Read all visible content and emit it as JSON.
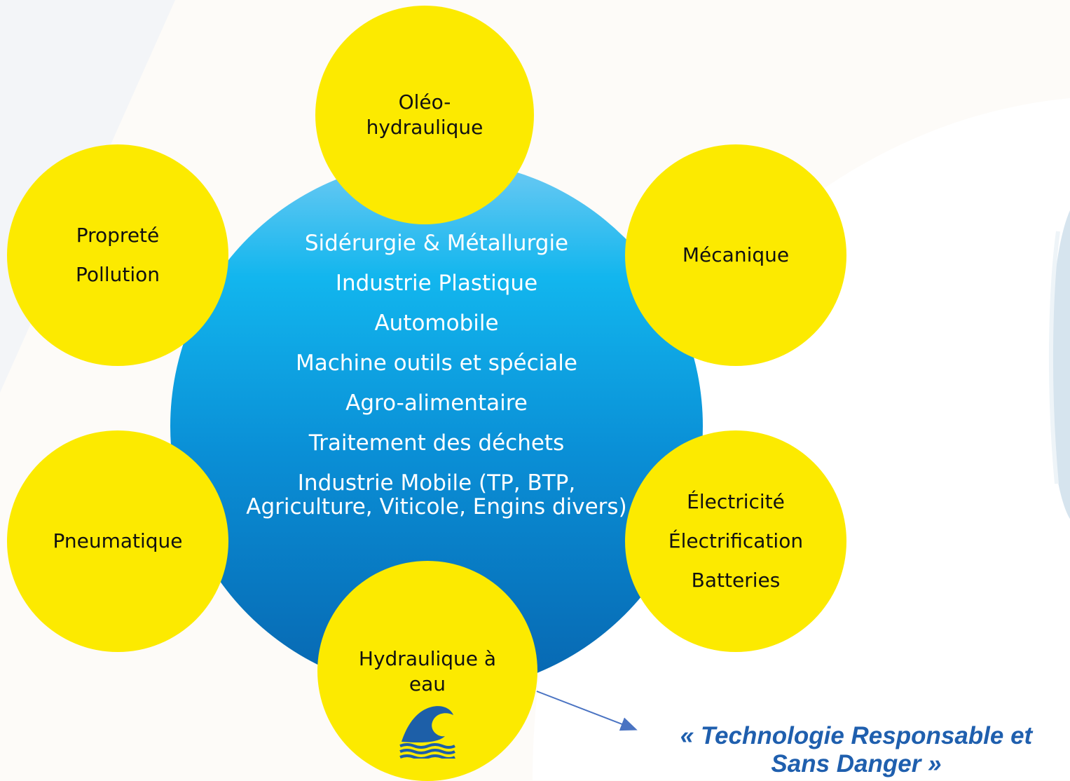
{
  "center": {
    "sectors": [
      "Sidérurgie & Métallurgie",
      "Industrie Plastique",
      "Automobile",
      "Machine outils et spéciale",
      "Agro-alimentaire",
      "Traitement des déchets",
      "Industrie Mobile (TP, BTP, Agriculture, Viticole, Engins divers)"
    ]
  },
  "nodes": {
    "top": [
      "Oléo-",
      "hydraulique"
    ],
    "top_right": [
      "Mécanique"
    ],
    "bottom_right": [
      "Électricité",
      "Électrification",
      "Batteries"
    ],
    "bottom": [
      "Hydraulique à",
      "eau"
    ],
    "bottom_left": [
      "Pneumatique"
    ],
    "top_left": [
      "Propreté",
      "Pollution"
    ]
  },
  "icons": {
    "bottom_node_icon": "water-wave-icon"
  },
  "tagline": [
    "« Technologie Responsable et",
    "Sans Danger »"
  ],
  "colors": {
    "node_fill": "#fcea00",
    "center_top": "#6fcaf3",
    "center_bottom": "#0766b0",
    "tagline": "#1f5fae",
    "icon": "#1d5fa8"
  }
}
